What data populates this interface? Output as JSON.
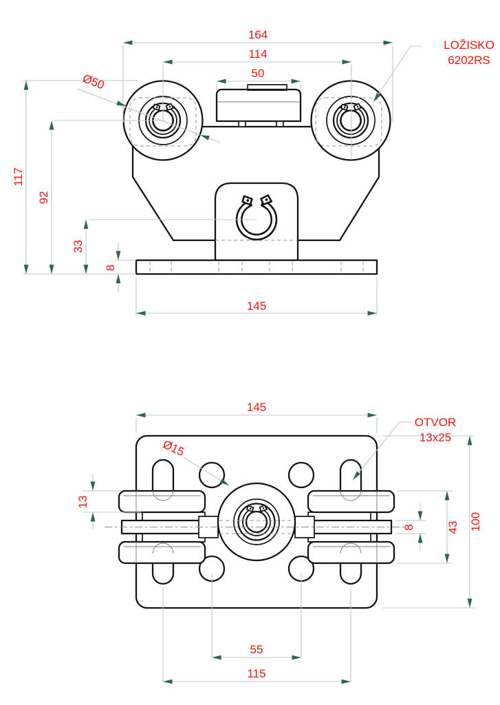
{
  "colors": {
    "part_line": "#141414",
    "dimension_line": "#bcc9c0",
    "arrow_fill": "#2a6a4c",
    "dimension_text": "#f01410",
    "hidden_line": "#8f8f8f"
  },
  "front_view": {
    "dims": {
      "overall_width": "164",
      "wheel_spacing": "114",
      "guide_width": "50",
      "wheel_diameter": "Ø50",
      "overall_height": "117",
      "wheel_center_height": "92",
      "pin_center_height": "33",
      "plate_thickness": "8",
      "plate_width": "145"
    },
    "callout": {
      "line1": "LOŽISKO",
      "line2": "6202RS"
    }
  },
  "plan_view": {
    "dims": {
      "plate_width": "145",
      "hole_diameter": "Ø15",
      "roller_thickness": "13",
      "axle_thickness": "8",
      "rollers_span": "43",
      "plate_depth": "100",
      "hole_spacing": "55",
      "slot_spacing": "115"
    },
    "callout": {
      "line1": "OTVOR",
      "line2": "13x25"
    }
  }
}
